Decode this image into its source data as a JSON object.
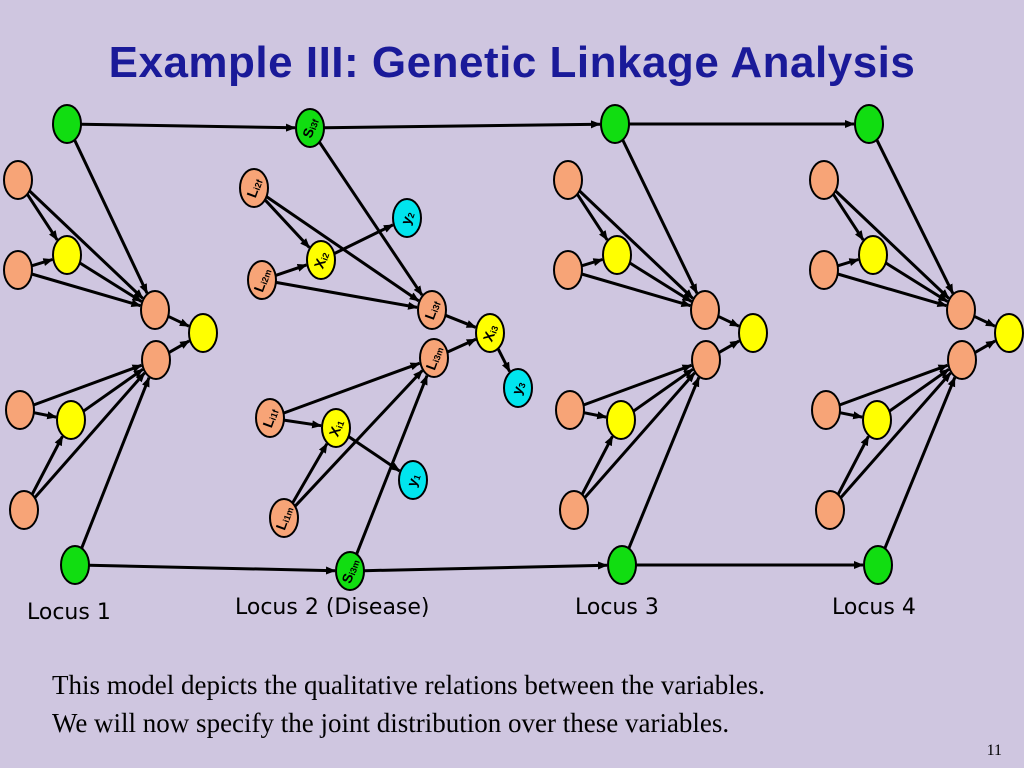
{
  "slide": {
    "title": "Example III: Genetic Linkage Analysis",
    "body_line_1": "This model depicts the qualitative relations between the variables.",
    "body_line_2": "We will now specify the joint distribution over these variables.",
    "page_number": "11"
  },
  "loci": [
    {
      "label": "Locus 1"
    },
    {
      "label": "Locus 2 (Disease)"
    },
    {
      "label": "Locus 3"
    },
    {
      "label": "Locus 4"
    }
  ],
  "node_labels": {
    "s_i3f": {
      "main": "S",
      "sub": "i3f"
    },
    "s_i3m": {
      "main": "S",
      "sub": "i3m"
    },
    "l_i2f": {
      "main": "L",
      "sub": "i2f"
    },
    "l_i2m": {
      "main": "L",
      "sub": "i2m"
    },
    "l_i1f": {
      "main": "L",
      "sub": "i1f"
    },
    "l_i1m": {
      "main": "L",
      "sub": "i1m"
    },
    "l_i3f": {
      "main": "L",
      "sub": "i3f"
    },
    "l_i3m": {
      "main": "L",
      "sub": "i3m"
    },
    "x_i2": {
      "main": "X",
      "sub": "i2"
    },
    "x_i1": {
      "main": "X",
      "sub": "i1"
    },
    "x_i3": {
      "main": "X",
      "sub": "i3"
    },
    "y_2": {
      "main": "y",
      "sub": "2"
    },
    "y_1": {
      "main": "y",
      "sub": "1"
    },
    "y_3": {
      "main": "y",
      "sub": "3"
    }
  },
  "colors": {
    "background": "#cfc6e0",
    "title": "#1a1a99",
    "selector_node": "#11dd11",
    "founder_node": "#f7a477",
    "genotype_node": "#ffff00",
    "phenotype_node": "#00e5ee",
    "outline": "#000000"
  }
}
